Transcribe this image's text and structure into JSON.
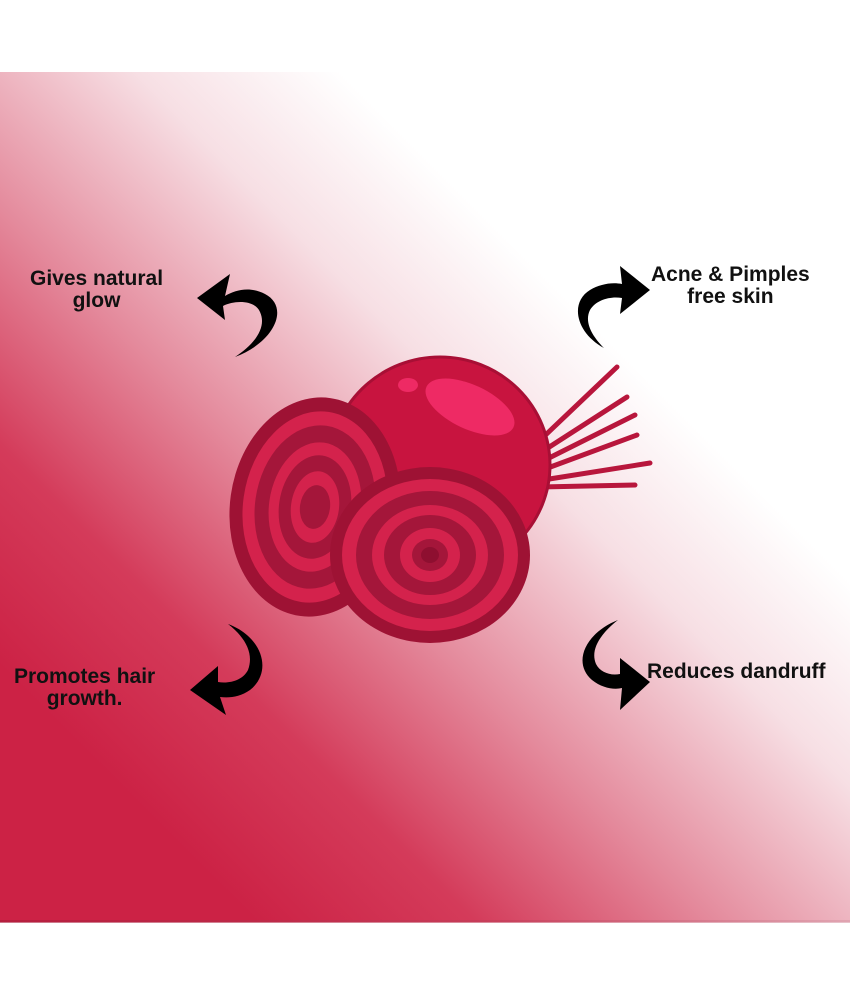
{
  "benefits": {
    "top_left": {
      "line1": "Gives natural",
      "line2": "glow"
    },
    "top_right": {
      "line1": "Acne & Pimples",
      "line2": "free skin"
    },
    "bottom_left": {
      "line1": "Promotes hair",
      "line2": "growth."
    },
    "bottom_right": {
      "line1": "Reduces dandruff"
    }
  },
  "colors": {
    "gradient_dark": "#cc2245",
    "gradient_light": "#ffffff",
    "beet_body": "#c8143f",
    "beet_highlight": "#ee2a64",
    "slice_dark": "#9e1234",
    "slice_ring": "#d4224c",
    "text": "#111111"
  }
}
